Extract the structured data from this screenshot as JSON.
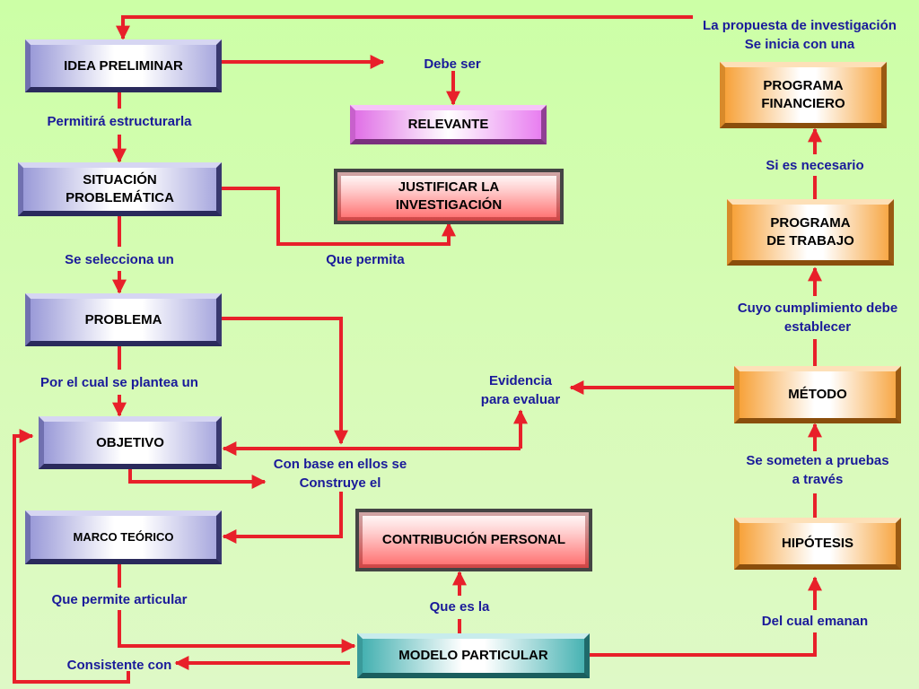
{
  "nodes": {
    "idea_preliminar": "IDEA PRELIMINAR",
    "situacion_problematica": "SITUACIÓN\nPROBLEMÁTICA",
    "problema": "PROBLEMA",
    "objetivo": "OBJETIVO",
    "marco_teorico": "MARCO TEÓRICO",
    "relevante": "RELEVANTE",
    "justificar": "JUSTIFICAR LA\nINVESTIGACIÓN",
    "contribucion": "CONTRIBUCIÓN PERSONAL",
    "modelo": "MODELO PARTICULAR",
    "programa_financiero": "PROGRAMA\nFINANCIERO",
    "programa_trabajo": "PROGRAMA\nDE TRABAJO",
    "metodo": "MÉTODO",
    "hipotesis": "HIPÓTESIS"
  },
  "labels": {
    "propuesta": "La propuesta de investigación\nSe inicia con una",
    "debe_ser": "Debe ser",
    "permitira": "Permitirá estructurarla",
    "se_selecciona": "Se selecciona un",
    "que_permita": "Que permita",
    "por_el_cual": "Por el cual se plantea un",
    "evidencia": "Evidencia\npara evaluar",
    "con_base": "Con base en ellos se\nConstruye el",
    "que_permite_articular": "Que permite articular",
    "que_es_la": "Que es la",
    "consistente": "Consistente con",
    "si_es_necesario": "Si es necesario",
    "cuyo_cumplimiento": "Cuyo cumplimiento debe\nestablecer",
    "se_someten": "Se someten a pruebas\na través",
    "del_cual": "Del cual emanan"
  },
  "colors": {
    "arrow": "#e8202a",
    "label_text": "#1a1a9a",
    "background": "#ccffa6"
  }
}
